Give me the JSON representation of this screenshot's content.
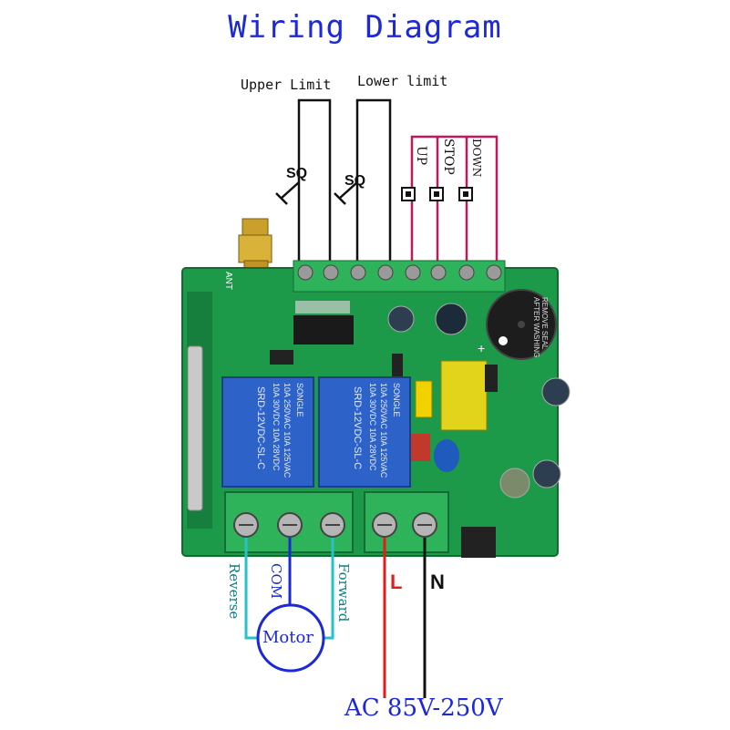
{
  "title": "Wiring Diagram",
  "limits": {
    "upper": "Upper Limit",
    "lower": "Lower limit",
    "switch": "SQ"
  },
  "buttons": {
    "up": "UP",
    "stop": "STOP",
    "down": "DOWN"
  },
  "board": {
    "ant": "ANT",
    "relay_brand": "SONGLE",
    "relay_model": "SRD-12VDC-SL-C",
    "relay_spec1": "10A 250VAC  10A 125VAC",
    "relay_spec2": "10A 30VDC  10A 28VDC",
    "buzzer_text": "REMOVE SEAL AFTER WASHING",
    "plus": "+"
  },
  "motor": {
    "label": "Motor",
    "reverse": "Reverse",
    "com": "COM",
    "forward": "Forward"
  },
  "power": {
    "l": "L",
    "n": "N",
    "ac": "AC 85V-250V"
  },
  "colors": {
    "title": "#1d28d6",
    "board": "#1c9a4a",
    "terminal": "#2fb35a",
    "relay": "#2d63c9",
    "pink": "#c2185b",
    "cyan": "#27c2c9",
    "red": "#e21b1b"
  }
}
